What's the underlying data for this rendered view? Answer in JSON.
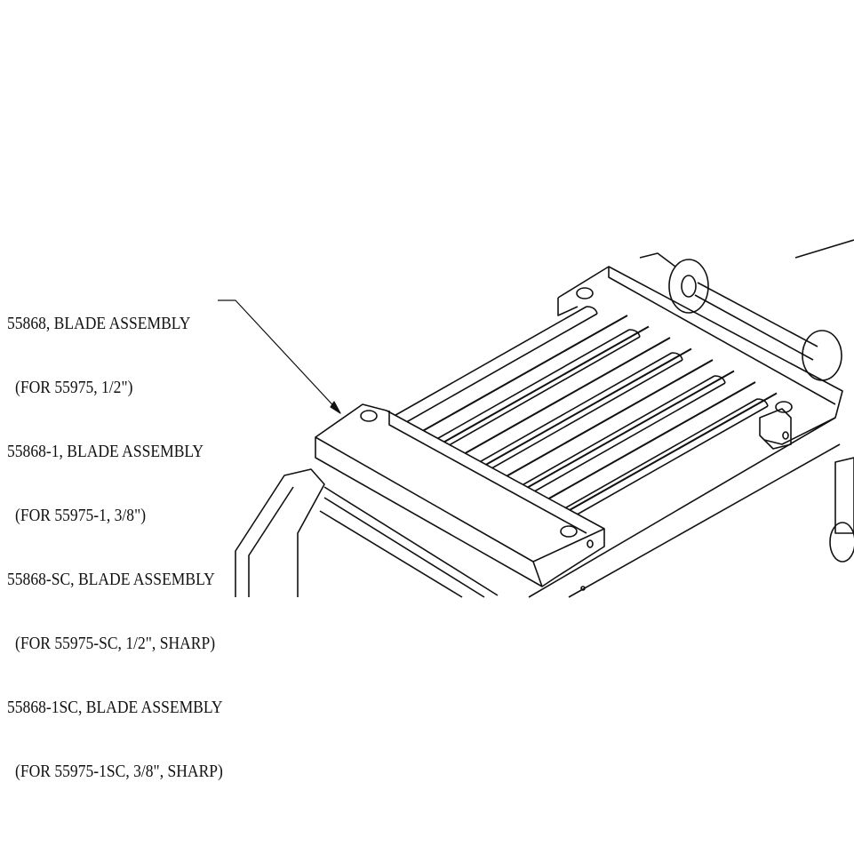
{
  "callout": {
    "lines": [
      "55868, BLADE ASSEMBLY",
      "(FOR 55975, 1/2\")",
      "55868-1, BLADE ASSEMBLY",
      "(FOR 55975-1, 3/8\")",
      "55868-SC, BLADE ASSEMBLY",
      "(FOR 55975-SC, 1/2\", SHARP)",
      "55868-1SC, BLADE ASSEMBLY",
      "(FOR 55975-1SC, 3/8\", SHARP)"
    ]
  },
  "blade_count": 8,
  "colors": {
    "line": "#111111",
    "background": "#ffffff"
  }
}
